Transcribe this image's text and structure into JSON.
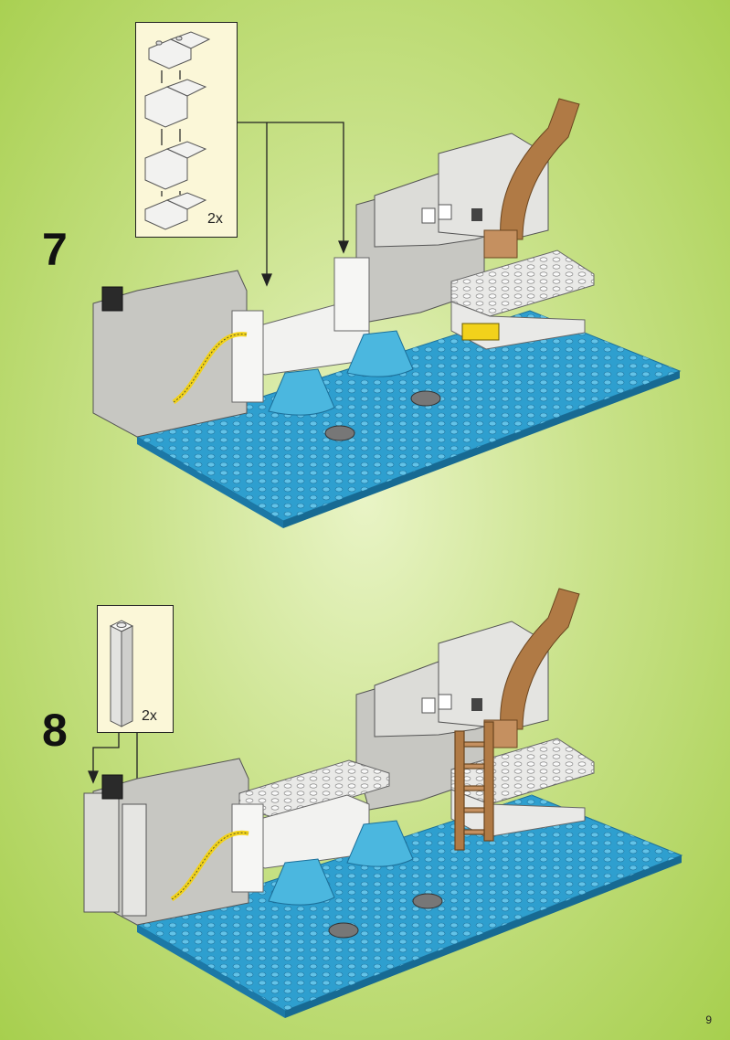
{
  "steps": [
    {
      "number": "7",
      "multiplier": "2x"
    },
    {
      "number": "8",
      "multiplier": "2x"
    }
  ],
  "page_number": "9",
  "colors": {
    "baseplate": "#2e9fcf",
    "baseplate_dark": "#1c78a6",
    "light_gray": "#c7c7c2",
    "white": "#f2f2f0",
    "trans_blue": "#4bb7df",
    "brown": "#b07a45",
    "yellow": "#f2d21b",
    "black": "#222222",
    "dark_gray": "#6d6d6d"
  }
}
